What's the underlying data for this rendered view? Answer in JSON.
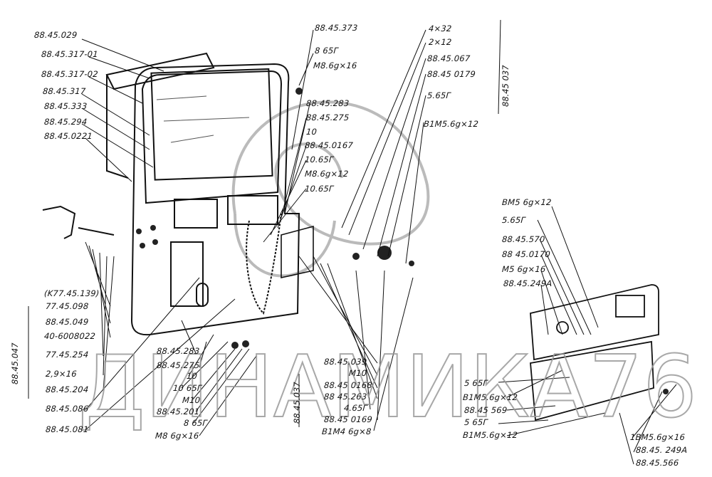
{
  "watermark": "ДИНАМИКА76",
  "labels_top_left": [
    "88.45.029",
    "88.45.317-01",
    "88.45.317-02",
    "88.45.317",
    "88.45.333",
    "88.45.294",
    "88.45.0221"
  ],
  "labels_top_center": [
    "88.45.373",
    "8 65Г",
    "M8.6g×16",
    "88.45.283",
    "88.45.275",
    "10",
    "88.45.0167",
    "10.65Г",
    "M8.6g×12",
    "10.65Г"
  ],
  "labels_top_right": [
    "4×32",
    "2×12",
    "88.45.067",
    "88.45 0179",
    "5.65Г",
    "B1M5.6g×12"
  ],
  "group_top_right": "88.45 037",
  "labels_bottom_left": [
    "(K77.45.139)",
    "77.45.098",
    "88.45.049",
    "40-6008022",
    "77.45.254",
    "2,9×16",
    "88.45.204",
    "88.45.086",
    "88.45.081"
  ],
  "group_left": "88.45.047",
  "labels_bottom_mid": [
    "88.45.283",
    "88.45.275",
    "10",
    "10 65Г",
    "M10",
    "88.45.201",
    "8 65Г",
    "M8 6g×16"
  ],
  "labels_bottom_center": [
    "88.45.039",
    "M10",
    "88.45 0168",
    "88 45.263",
    "4.65Г",
    "88.45 0169",
    "B1M4 6g×8"
  ],
  "group_center": "88.45.037",
  "labels_right": [
    "BM5 6g×12",
    "5.65Г",
    "88.45.570",
    "88 45.0170",
    "M5 6g×16",
    "88.45.249A"
  ],
  "labels_bottom_right": [
    "5 65Г",
    "B1M5.6g×12",
    "88.45 569",
    "5 65Г",
    "B1M5.6g×12"
  ],
  "labels_far_right": [
    "1BM5.6g×16",
    "88.45. 249A",
    "88.45.566"
  ]
}
